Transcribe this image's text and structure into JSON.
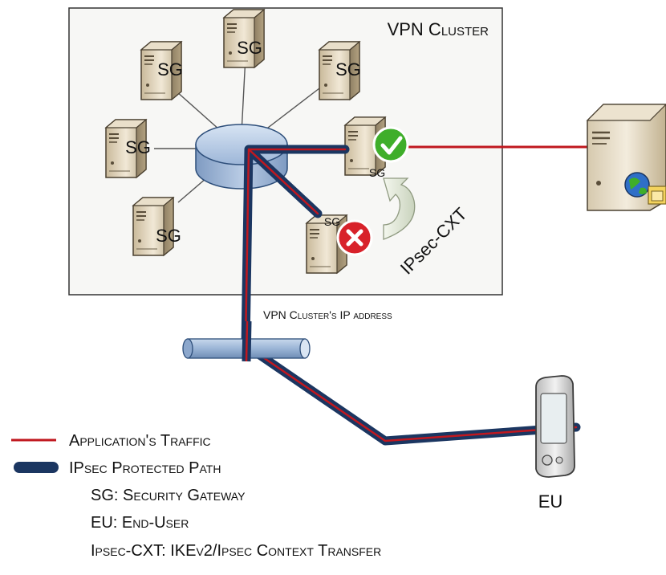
{
  "cluster_title": "VPN Cluster",
  "sg_label": "SG",
  "cluster_ip_label": "VPN Cluster's IP address",
  "context_transfer_label": "IPsec-CXT",
  "eu_label": "EU",
  "legend": {
    "app_traffic": "Application's Traffic",
    "ipsec_path": "IPsec Protected Path",
    "sg_def": "SG: Security Gateway",
    "eu_def": "EU: End-User",
    "cxt_def": "Ipsec-CXT: IKEv2/Ipsec Context Transfer"
  },
  "colors": {
    "app_traffic": "#c0181f",
    "ipsec_path": "#1b3661",
    "success": "#3fae2a",
    "failure": "#d8222a",
    "router": "#a8c0de"
  },
  "icons": {
    "gateway": "server-tower-icon",
    "router": "router-icon",
    "active": "checkmark-icon",
    "failed": "x-mark-icon",
    "transfer": "curved-arrow-icon",
    "app_server": "web-server-icon",
    "end_user": "pda-device-icon",
    "network_link": "pipe-icon"
  }
}
